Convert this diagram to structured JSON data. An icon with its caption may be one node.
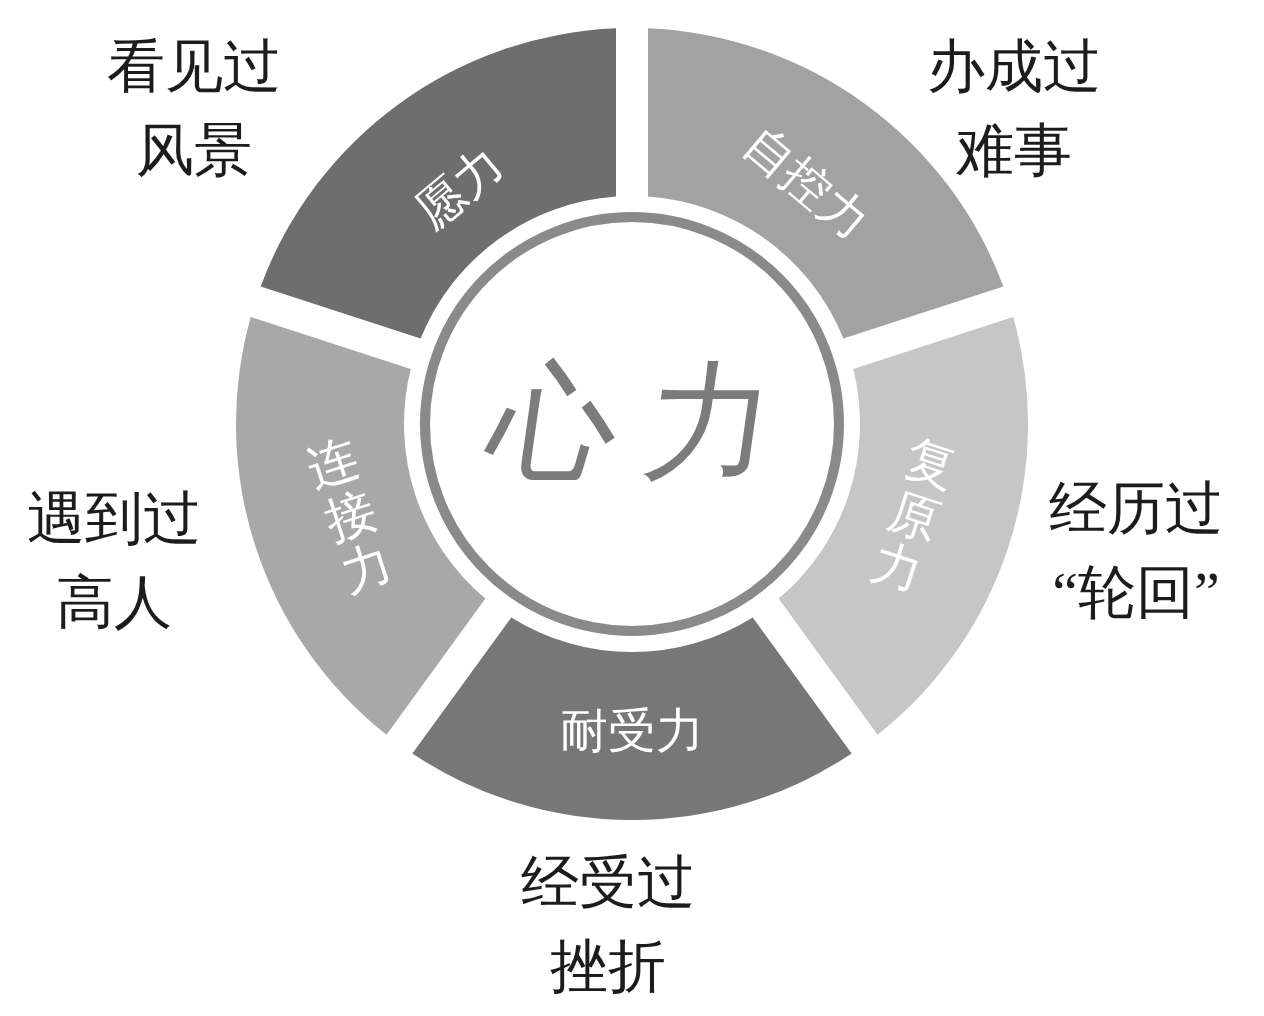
{
  "diagram": {
    "nodes": [
      {
        "text": [
          "心力"
        ]
      },
      {
        "text": [
          "愿力"
        ],
        "beside": [
          "看见过风景"
        ]
      },
      {
        "text": [
          "自控力"
        ],
        "beside": [
          "办成过难事"
        ]
      },
      {
        "text": [
          "复原力"
        ],
        "beside": [
          "经历过“轮回”"
        ]
      },
      {
        "text": [
          "耐受力"
        ],
        "beside": [
          "经受过挫折"
        ]
      },
      {
        "text": [
          "连接力"
        ],
        "beside": [
          "遇到过高人"
        ]
      }
    ]
  }
}
